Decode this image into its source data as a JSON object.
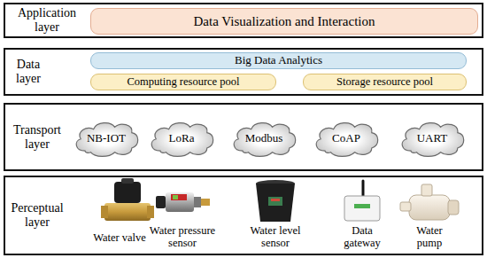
{
  "diagram": {
    "nodes": [
      {
        "text": [
          "Application layer"
        ]
      },
      {
        "text": [
          "Data Visualization and Interaction"
        ],
        "in": 0
      },
      {
        "text": [
          "Data layer"
        ]
      },
      {
        "text": [
          "Big Data Analytics"
        ],
        "in": 2
      },
      {
        "text": [
          "Computing resource pool"
        ],
        "in": 2
      },
      {
        "text": [
          "Storage resource pool"
        ],
        "in": 2
      },
      {
        "text": [
          "Transport layer"
        ]
      },
      {
        "text": [
          "NB-IOT"
        ],
        "in": 6
      },
      {
        "text": [
          "LoRa"
        ],
        "in": 6
      },
      {
        "text": [
          "Modbus"
        ],
        "in": 6
      },
      {
        "text": [
          "CoAP"
        ],
        "in": 6
      },
      {
        "text": [
          "UART"
        ],
        "in": 6
      },
      {
        "text": [
          "Perceptual layer"
        ]
      }
    ],
    "labels": [
      "Water valve",
      "Water pressure sensor",
      "Water level sensor",
      "Data gateway",
      "Water pump"
    ]
  }
}
